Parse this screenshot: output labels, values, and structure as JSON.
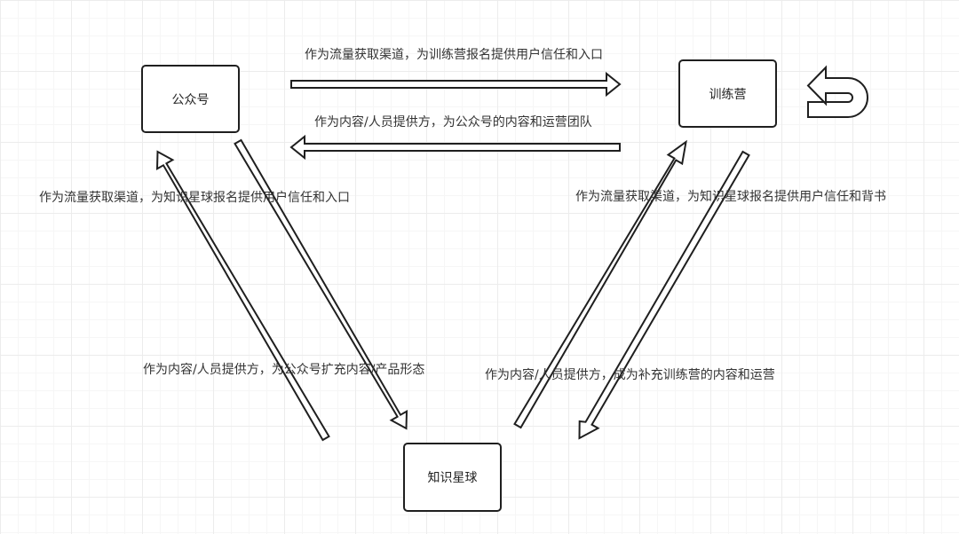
{
  "diagram": {
    "nodes": {
      "gongzhonghao": "公众号",
      "xunlianying": "训练营",
      "zhishixingqiu": "知识星球"
    },
    "edges": {
      "gzh_to_xly": "作为流量获取渠道，为训练营报名提供用户信任和入口",
      "xly_to_gzh": "作为内容/人员提供方，为公众号的内容和运营团队",
      "gzh_to_zsxq": "作为流量获取渠道，为知识星球报名提供用户信任和入口",
      "zsxq_to_gzh": "作为内容/人员提供方，为公众号扩充内容/产品形态",
      "xly_to_zsxq": "作为流量获取渠道，为知识星球报名提供用户信任和背书",
      "zsxq_to_xly": "作为内容/人员提供方，成为补充训练营的内容和运营"
    },
    "colors": {
      "stroke": "#1f1f1f",
      "fill": "#ffffff",
      "grid": "#ececec"
    }
  }
}
